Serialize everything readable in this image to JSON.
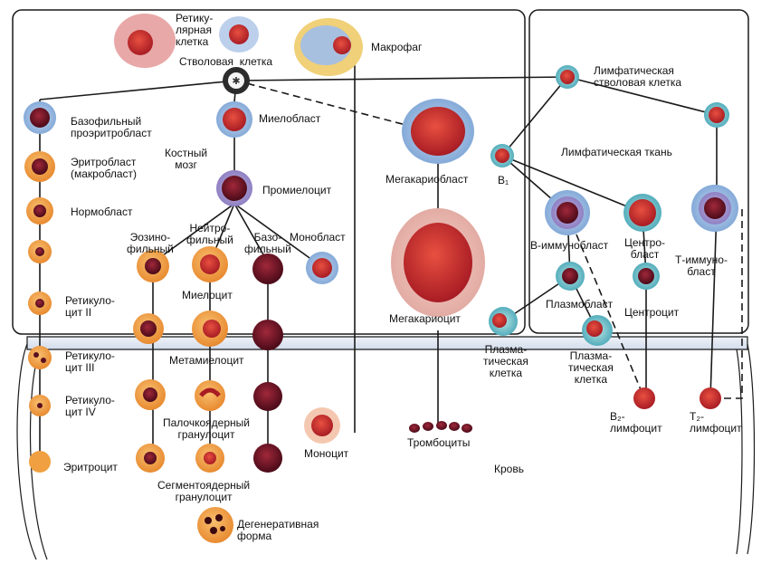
{
  "colors": {
    "panel_border": "#1a1a1a",
    "line": "#1a1a1a",
    "cell_red": "#c8282a",
    "cell_dark": "#7a1020",
    "cell_orange": "#f0a040",
    "cell_blue": "#8fb8e0",
    "cell_purple": "#9a88c8",
    "cell_teal": "#5fb8c0",
    "blood_band": "#dfe6f2"
  },
  "labels": {
    "reticular_cell": "Ретику-\nлярная\nклетка",
    "macrophage": "Макрофаг",
    "stem_cell": "Стволовая  клетка",
    "basophil_proerythroblast": "Базофильный\nпроэритробласт",
    "myeloblast": "Миелобласт",
    "bone_marrow": "Костный\nмозг",
    "erythroblast": "Эритробласт\n(макробласт)",
    "normoblast": "Нормобласт",
    "promyelocyte": "Промиелоцит",
    "eosinophilic": "Эозино-\nфильный",
    "neutrophilic": "Нейтро-\nфильный",
    "basophilic": "Базо-\nфильный",
    "monoblast": "Монобласт",
    "reticulocyte_2": "Ретикуло-\nцит II",
    "myelocyte": "Миелоцит",
    "reticulocyte_3": "Ретикуло-\nцит III",
    "metamyelocyte": "Метамиелоцит",
    "reticulocyte_4": "Ретикуло-\nцит IV",
    "band_granulocyte": "Палочкоядерный\nгранулоцит",
    "erythrocyte": "Эритроцит",
    "segmented_granulocyte": "Сегментоядерный\nгранулоцит",
    "degenerative_form": "Дегенеративная\nформа",
    "monocyte": "Моноцит",
    "megakaryoblast": "Мегакариобласт",
    "megakaryocyte": "Мегакариоцит",
    "thrombocytes": "Тромбоциты",
    "blood": "Кровь",
    "lymph_stem_cell": "Лимфатическая\nстволовая клетка",
    "lymph_tissue": "Лимфатическая ткань",
    "b1": "B₁",
    "b_immunoblast": "B-иммунобласт",
    "centroblast": "Центро-\nбласт",
    "t_immunoblast": "Т-иммуно-\nбласт",
    "plasmoblast": "Плазмобласт",
    "centrocyte": "Центроцит",
    "plasma_cell_1": "Плазма-\nтическая\nклетка",
    "plasma_cell_2": "Плазма-\nтическая\nклетка",
    "b2_lymphocyte": "B₂-\nлимфоцит",
    "t2_lymphocyte": "Т₂-\nлимфоцит"
  }
}
